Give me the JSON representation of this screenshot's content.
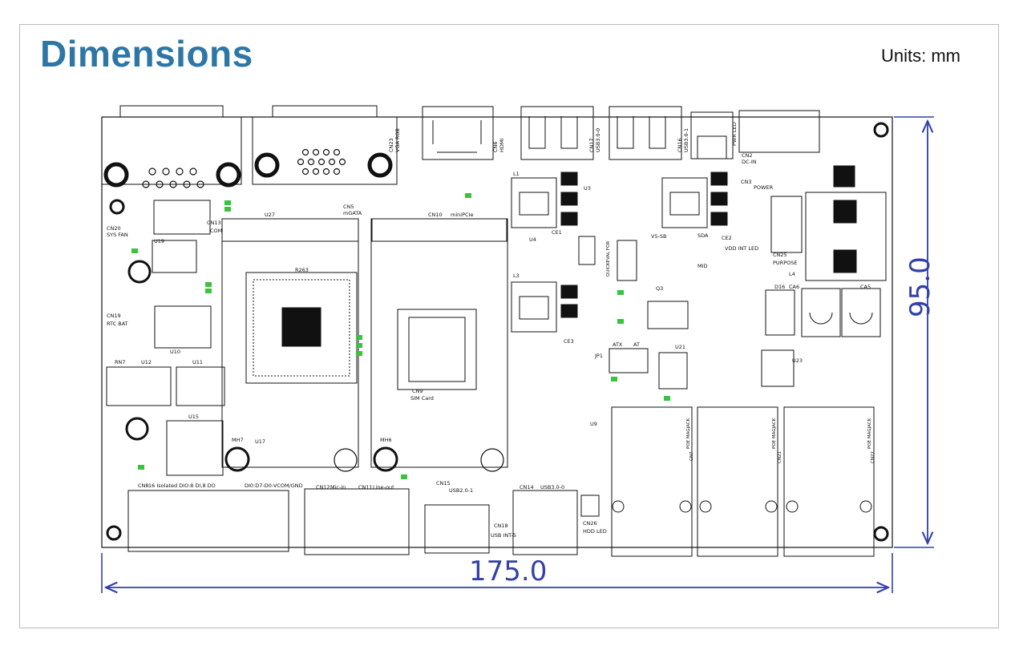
{
  "header": {
    "title": "Dimensions",
    "units": "Units: mm"
  },
  "dimensions": {
    "width": "175.0",
    "height": "95.0"
  },
  "colors": {
    "title": "#2e77a5",
    "dimension_line": "#3341a8",
    "frame": "#b9b9b9",
    "board_stroke": "#111111",
    "highlight": "#39c43c"
  },
  "board_labels": {
    "vga_rgb": "VGA RGB",
    "cn23": "CN23",
    "hdmi": "HDMI",
    "cn6": "CN6",
    "usb_a": "USB3.0-0",
    "cn17": "CN17",
    "usb_b": "USB3.0-1",
    "cn16": "CN16",
    "pwr_led": "PWR LED",
    "dc_in": "DC-IN",
    "cn2": "CN2",
    "power": "POWER",
    "cn3": "CN3",
    "sys_fan": "SYS FAN",
    "cn20": "CN20",
    "com": "COM",
    "cn13": "CN13",
    "mgata": "mGATA",
    "cn5": "CN5",
    "minipcie": "miniPCIe",
    "cn10": "CN10",
    "rtc_bat": "RTC BAT",
    "cn19": "CN19",
    "u19": "U19",
    "u10": "U10",
    "u12": "U12",
    "u11": "U11",
    "u15": "U15",
    "rn7": "RN7",
    "u27": "U27",
    "r263": "R263",
    "sim_card": "SIM Card",
    "cn9": "CN9",
    "mh7": "MH7",
    "mh6": "MH6",
    "u17": "U17",
    "dio": "16 Isolated DIO:8 DI,8 DO",
    "cn8": "CN8",
    "dio_pins": "DI0:D7-D0-VCOM/GND",
    "mic_in": "Mic-in",
    "cn12": "CN12",
    "line_out": "Line-out",
    "cn11": "CN11",
    "usb20": "USB2.0-1",
    "cn15": "CN15",
    "usb_int": "USB INT-5",
    "cn18": "CN18",
    "usb30_0": "USB3.0-0",
    "cn14": "CN14",
    "hdd_led": "HDD LED",
    "cn26": "CN26",
    "poe_magjack": "POE MAGJACK",
    "cn7": "CN7",
    "cn21": "CN21",
    "cn22": "CN22",
    "purpose": "PURPOSE",
    "cn25": "CN25",
    "v5_sb": "V5-SB",
    "vdd_int_led": "VDD INT LED",
    "u3": "U3",
    "u4": "U4",
    "u21": "U21",
    "u23": "U23",
    "u9": "U9",
    "q3": "Q3",
    "l1": "L1",
    "l3": "L3",
    "l4": "L4",
    "ce1": "CE1",
    "ce2": "CE2",
    "ce3": "CE3",
    "ca5": "CA5",
    "ca6": "CA6",
    "d16": "D16",
    "atx": "ATX",
    "at": "AT",
    "jp1": "JP1",
    "quickeval": "QUICKEVAL FOR",
    "sda": "SDA",
    "mid": "MID"
  }
}
